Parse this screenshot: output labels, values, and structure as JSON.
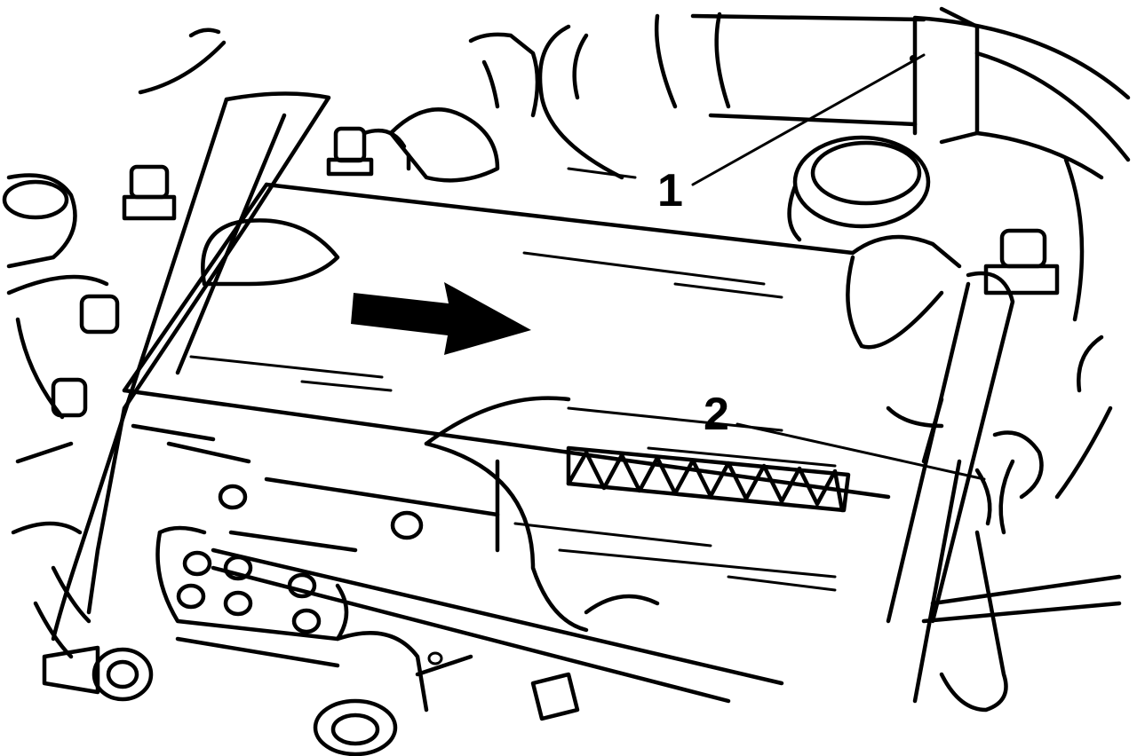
{
  "illustration": {
    "subject": "engine-cylinder-head-cover",
    "style": "black-line-drawing",
    "ink_color": "#000000",
    "background_color": "#ffffff"
  },
  "callouts": [
    {
      "id": "callout-1",
      "label": "1"
    },
    {
      "id": "callout-2",
      "label": "2"
    }
  ],
  "direction_arrow": {
    "icon": "right-arrow-icon",
    "color": "#000000"
  }
}
